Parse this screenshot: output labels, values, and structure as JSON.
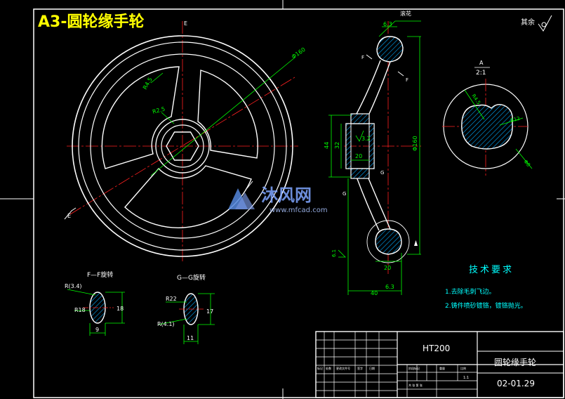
{
  "title": "A3-圆轮缘手轮",
  "watermark": {
    "brand": "沐风网",
    "url": "www.mfcad.com"
  },
  "colors": {
    "background": "#000000",
    "outline": "#ffffff",
    "dimension": "#00ff00",
    "center": "#ff2020",
    "title": "#ffff00",
    "hatch": "#00aaff"
  },
  "front_view": {
    "section_mark": "E",
    "dims": {
      "outer_dia": "Φ160",
      "r1": "R4.5",
      "r2": "R2.5"
    }
  },
  "side_view": {
    "top_surface": "6.3",
    "top_note": "滚花",
    "mark_f": "F",
    "mark_g": "G",
    "hub_outer": "44",
    "hub_inner": "32",
    "hub_rough": "3.2",
    "hub_width": "20",
    "height": "Φ160",
    "bottom_width": "20",
    "total_width": "40",
    "bottom_rough": "6.3",
    "left_rough": "6.1"
  },
  "detail_view": {
    "label": "A",
    "scale": "2:1",
    "dim_a": "R4.5",
    "dim_b": "R12",
    "dim_c": "Φ8"
  },
  "section_f": {
    "title": "F—F旋转",
    "r_top": "R(3.4)",
    "r_left": "R18",
    "height": "18",
    "width": "9"
  },
  "section_g": {
    "title": "G—G旋转",
    "r_top": "R22",
    "r_bottom": "R(4.1)",
    "height": "17",
    "width": "11"
  },
  "tech_req": {
    "title": "技术要求",
    "items": [
      "1.去除毛刺飞边。",
      "2.铸件喷砂镀铬，镀铬抛光。"
    ]
  },
  "roughness_other": "其余",
  "title_block": {
    "material": "HT200",
    "part_name": "圆轮缘手轮",
    "drawing_no": "02-01.29",
    "rev_headers": [
      "标记",
      "处数",
      "更改文件号",
      "签字",
      "日期"
    ],
    "stage_header": "阶段标记",
    "weight_header": "重量",
    "scale_header": "比例",
    "scale_value": "1:1",
    "sheet_info": "共 张  第 张"
  }
}
